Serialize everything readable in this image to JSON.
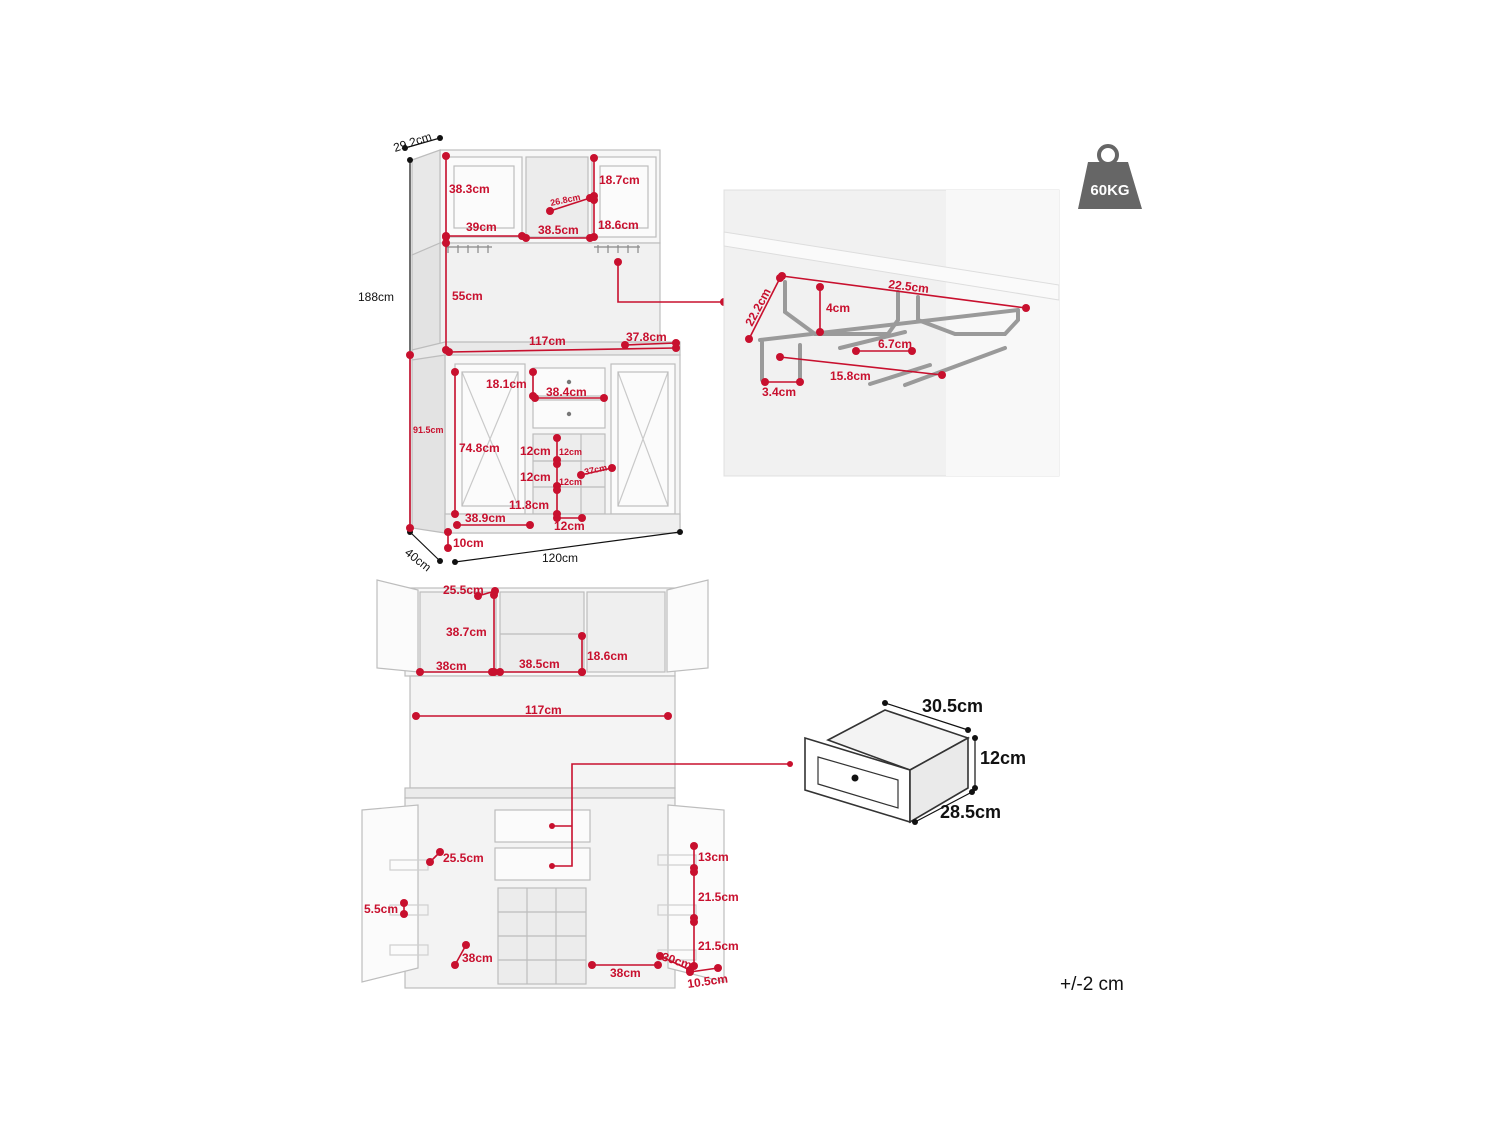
{
  "weight_badge": {
    "icon": "weight-icon",
    "label": "60KG",
    "color": "#666666"
  },
  "tolerance": "+/-2 cm",
  "accent_color": "#c8102e",
  "front_view": {
    "overall": {
      "depth_top": "29.2cm",
      "height": "188cm",
      "width": "120cm",
      "depth_base": "40cm"
    },
    "upper": {
      "door_height": "38.3cm",
      "shelf_depth": "26.8cm",
      "right_upper": "18.7cm",
      "right_lower": "18.6cm",
      "door_width": "39cm",
      "center_width": "38.5cm",
      "open_height": "55cm",
      "counter_width": "117cm",
      "counter_depth": "37.8cm"
    },
    "lower": {
      "drawer_height": "18.1cm",
      "drawer_width": "38.4cm",
      "base_height": "91.5cm",
      "door_height": "74.8cm",
      "cubby_1": "12cm",
      "cubby_1s": "12cm",
      "cubby_depth": "37cm",
      "cubby_2": "12cm",
      "cubby_2s": "12cm",
      "cubby_3": "11.8cm",
      "door_width": "38.9cm",
      "cubby_width": "12cm",
      "toe_kick": "10cm"
    }
  },
  "glass_rack": {
    "length": "22.5cm",
    "depth": "22.2cm",
    "drop": "4cm",
    "slot": "6.7cm",
    "inner": "15.8cm",
    "gap": "3.4cm"
  },
  "open_view": {
    "upper": {
      "door_depth": "25.5cm",
      "height": "38.7cm",
      "left_width": "38cm",
      "center_width": "38.5cm",
      "center_height": "18.6cm"
    },
    "counter_width": "117cm",
    "lower": {
      "left_shelf_depth": "25.5cm",
      "door_rack": "5.5cm",
      "cab_depth": "38cm",
      "right_width": "38cm",
      "rack_1": "13cm",
      "rack_2": "21.5cm",
      "rack_3": "21.5cm",
      "rack_depth": "30cm",
      "rack_bottom": "10.5cm"
    }
  },
  "drawer_detail": {
    "depth": "30.5cm",
    "height": "12cm",
    "width": "28.5cm"
  }
}
